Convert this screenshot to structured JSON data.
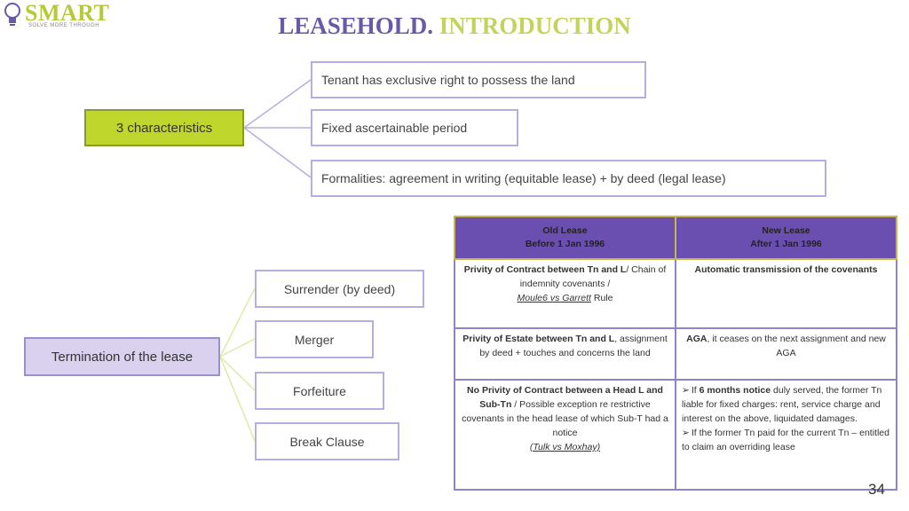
{
  "logo": {
    "name": "SMART",
    "tagline": "SOLVE MORE THROUGH"
  },
  "title": {
    "part1": "LEASEHOLD.",
    "part2": "INTRODUCTION"
  },
  "characteristics": {
    "label": "3 characteristics",
    "items": [
      "Tenant has exclusive right to possess the land",
      "Fixed ascertainable period",
      "Formalities: agreement in writing (equitable lease) + by deed (legal lease)"
    ]
  },
  "termination": {
    "label": "Termination of the lease",
    "items": [
      "Surrender (by deed)",
      "Merger",
      "Forfeiture",
      "Break Clause"
    ]
  },
  "table": {
    "headers": [
      {
        "line1": "Old Lease",
        "line2": "Before 1 Jan 1996"
      },
      {
        "line1": "New Lease",
        "line2": "After 1 Jan 1996"
      }
    ],
    "row1": {
      "old_bold": "Privity of Contract between Tn and L",
      "old_text": "/ Chain of indemnity covenants /",
      "old_case": "Moule6 vs Garrett",
      "old_suffix": " Rule",
      "new_bold": "Automatic transmission of the covenants"
    },
    "row2": {
      "old_bold": "Privity of Estate between Tn and L",
      "old_text": ", assignment by deed + touches and concerns the land",
      "new_bold": "AGA",
      "new_text": ", it ceases on the next assignment and new AGA"
    },
    "row3": {
      "old_bold": "No Privity of Contract between a Head L and Sub-Tn",
      "old_text": " / Possible exception re restrictive covenants in the head lease of which Sub-T had a notice",
      "old_case": "(Tulk vs Moxhay)",
      "new_item1_pre": "If ",
      "new_item1_bold": "6 months notice",
      "new_item1_post": " duly served, the former Tn liable for fixed charges: rent, service charge and interest on the above, liquidated damages.",
      "new_item2": "If the former Tn paid for the current Tn – entitled to claim an overriding lease"
    }
  },
  "page_number": "34",
  "colors": {
    "accent_green": "#bfd62c",
    "accent_purple": "#6b4fb0",
    "lilac": "#d9d1ee"
  }
}
